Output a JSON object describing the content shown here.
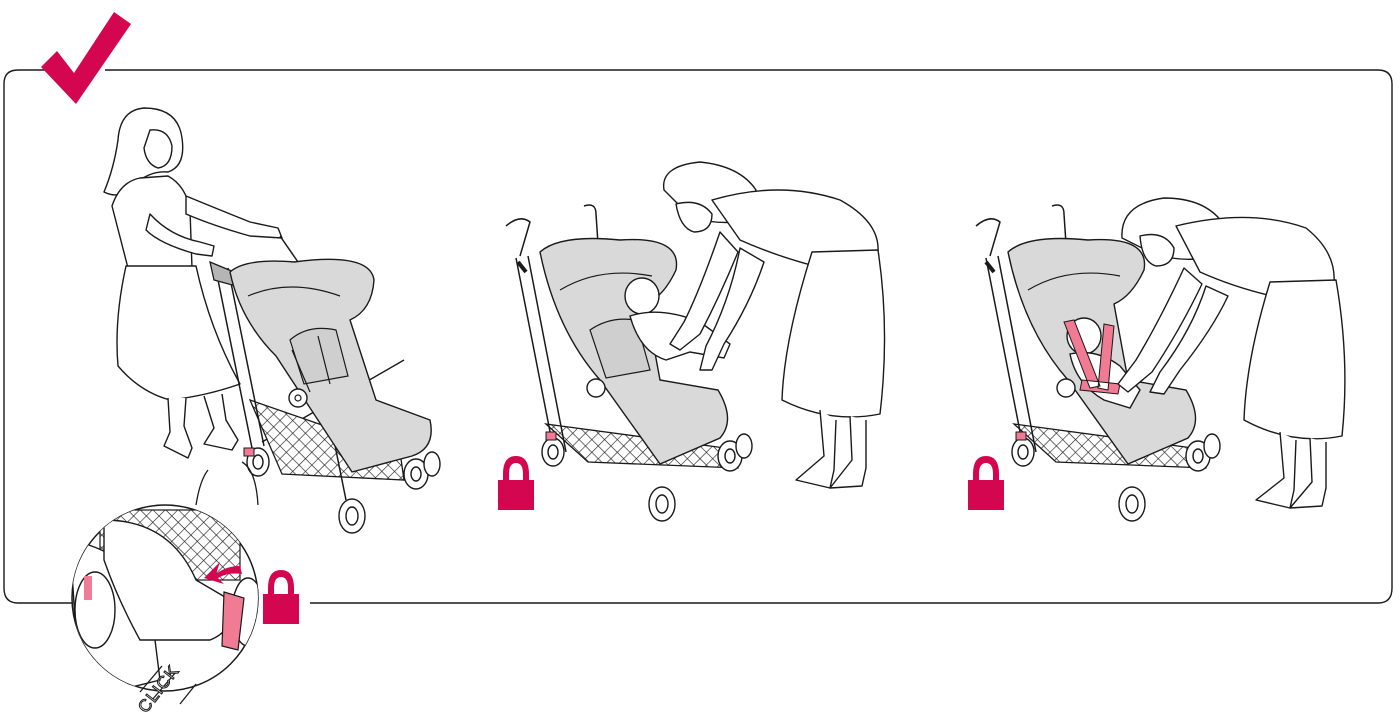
{
  "colors": {
    "accent": "#d4064f",
    "outline": "#1a1a1a",
    "seat_gray": "#d9d9d9",
    "frame_gray": "#b5b5b5",
    "harness_pink": "#f07b93"
  },
  "icons": {
    "header": "checkmark-icon",
    "lock": "padlock-icon"
  },
  "panels": [
    {
      "id": "step-1",
      "figure": "woman-pushing-stroller"
    },
    {
      "id": "step-2",
      "figure": "woman-placing-baby"
    },
    {
      "id": "step-3",
      "figure": "woman-fastening-harness"
    }
  ],
  "inset": {
    "figure": "foot-pressing-brake",
    "label": "CLICK"
  }
}
